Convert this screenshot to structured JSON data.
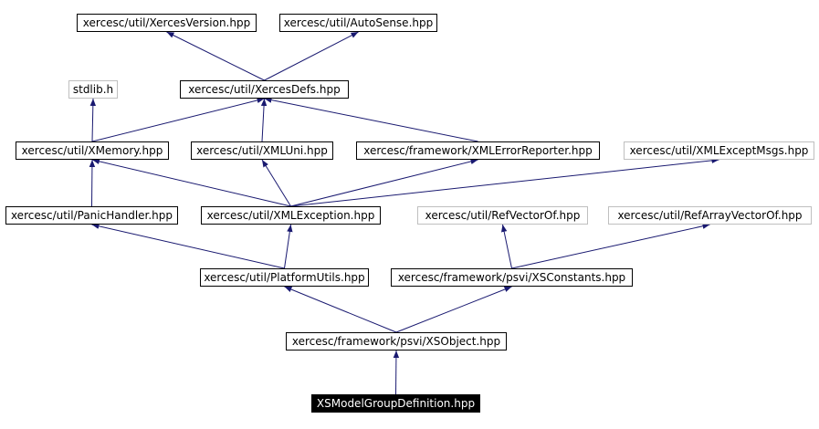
{
  "graph": {
    "nodes": [
      {
        "id": "xercesversion",
        "label": "xercesc/util/XercesVersion.hpp",
        "kind": "documented"
      },
      {
        "id": "autosense",
        "label": "xercesc/util/AutoSense.hpp",
        "kind": "documented"
      },
      {
        "id": "stdlib",
        "label": "stdlib.h",
        "kind": "external"
      },
      {
        "id": "xercesdefs",
        "label": "xercesc/util/XercesDefs.hpp",
        "kind": "documented"
      },
      {
        "id": "xmemory",
        "label": "xercesc/util/XMemory.hpp",
        "kind": "documented"
      },
      {
        "id": "xmluni",
        "label": "xercesc/util/XMLUni.hpp",
        "kind": "documented"
      },
      {
        "id": "xmlerrorreporter",
        "label": "xercesc/framework/XMLErrorReporter.hpp",
        "kind": "documented"
      },
      {
        "id": "xmlexceptmsgs",
        "label": "xercesc/util/XMLExceptMsgs.hpp",
        "kind": "external"
      },
      {
        "id": "panichandler",
        "label": "xercesc/util/PanicHandler.hpp",
        "kind": "documented"
      },
      {
        "id": "xmlexception",
        "label": "xercesc/util/XMLException.hpp",
        "kind": "documented"
      },
      {
        "id": "refvectorof",
        "label": "xercesc/util/RefVectorOf.hpp",
        "kind": "external"
      },
      {
        "id": "refarrayvectorof",
        "label": "xercesc/util/RefArrayVectorOf.hpp",
        "kind": "external"
      },
      {
        "id": "platformutils",
        "label": "xercesc/util/PlatformUtils.hpp",
        "kind": "documented"
      },
      {
        "id": "xsconstants",
        "label": "xercesc/framework/psvi/XSConstants.hpp",
        "kind": "documented"
      },
      {
        "id": "xsobject",
        "label": "xercesc/framework/psvi/XSObject.hpp",
        "kind": "documented"
      },
      {
        "id": "xsmodelgroupdefinition",
        "label": "XSModelGroupDefinition.hpp",
        "kind": "current"
      }
    ],
    "edges": [
      {
        "from": "xsmodelgroupdefinition",
        "to": "xsobject"
      },
      {
        "from": "xsobject",
        "to": "platformutils"
      },
      {
        "from": "xsobject",
        "to": "xsconstants"
      },
      {
        "from": "platformutils",
        "to": "panichandler"
      },
      {
        "from": "platformutils",
        "to": "xmlexception"
      },
      {
        "from": "xsconstants",
        "to": "refvectorof"
      },
      {
        "from": "xsconstants",
        "to": "refarrayvectorof"
      },
      {
        "from": "panichandler",
        "to": "xmemory"
      },
      {
        "from": "xmlexception",
        "to": "xmemory"
      },
      {
        "from": "xmlexception",
        "to": "xmluni"
      },
      {
        "from": "xmlexception",
        "to": "xmlerrorreporter"
      },
      {
        "from": "xmlexception",
        "to": "xmlexceptmsgs"
      },
      {
        "from": "xmemory",
        "to": "stdlib"
      },
      {
        "from": "xmemory",
        "to": "xercesdefs"
      },
      {
        "from": "xmluni",
        "to": "xercesdefs"
      },
      {
        "from": "xmlerrorreporter",
        "to": "xercesdefs"
      },
      {
        "from": "xercesdefs",
        "to": "xercesversion"
      },
      {
        "from": "xercesdefs",
        "to": "autosense"
      }
    ],
    "colors": {
      "edge": "#191970",
      "documented_border": "#000000",
      "external_border": "#bfbfbf",
      "current_fill": "#000000",
      "current_text": "#ffffff"
    }
  }
}
